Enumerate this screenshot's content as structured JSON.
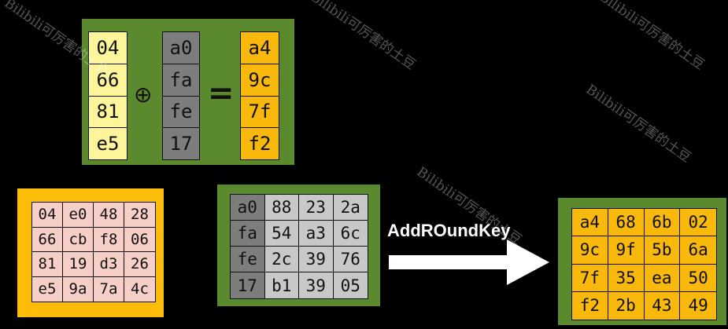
{
  "top_equation": {
    "state_column": [
      "04",
      "66",
      "81",
      "e5"
    ],
    "xor_symbol": "⊕",
    "key_column": [
      "a0",
      "fa",
      "fe",
      "17"
    ],
    "equals_symbol": "=",
    "result_column": [
      "a4",
      "9c",
      "7f",
      "f2"
    ]
  },
  "state_matrix": [
    [
      "04",
      "e0",
      "48",
      "28"
    ],
    [
      "66",
      "cb",
      "f8",
      "06"
    ],
    [
      "81",
      "19",
      "d3",
      "26"
    ],
    [
      "e5",
      "9a",
      "7a",
      "4c"
    ]
  ],
  "round_key_matrix": [
    [
      "a0",
      "88",
      "23",
      "2a"
    ],
    [
      "fa",
      "54",
      "a3",
      "6c"
    ],
    [
      "fe",
      "2c",
      "39",
      "76"
    ],
    [
      "17",
      "b1",
      "39",
      "05"
    ]
  ],
  "operation_label": "AddROundKey",
  "result_matrix": [
    [
      "a4",
      "68",
      "6b",
      "02"
    ],
    [
      "9c",
      "9f",
      "5b",
      "6a"
    ],
    [
      "7f",
      "35",
      "ea",
      "50"
    ],
    [
      "f2",
      "2b",
      "43",
      "49"
    ]
  ],
  "watermark_text": "Bilibili可厉害的土豆",
  "colors": {
    "background": "#000000",
    "panel_green": "#5b8a2e",
    "panel_orange": "#fbbd0a",
    "state_yellow": "#fdf59a",
    "key_gray_dark": "#7d7d7d",
    "key_gray_light": "#c8c8c8",
    "result_gold": "#f9b80c",
    "state_pink": "#f7cfc9"
  }
}
